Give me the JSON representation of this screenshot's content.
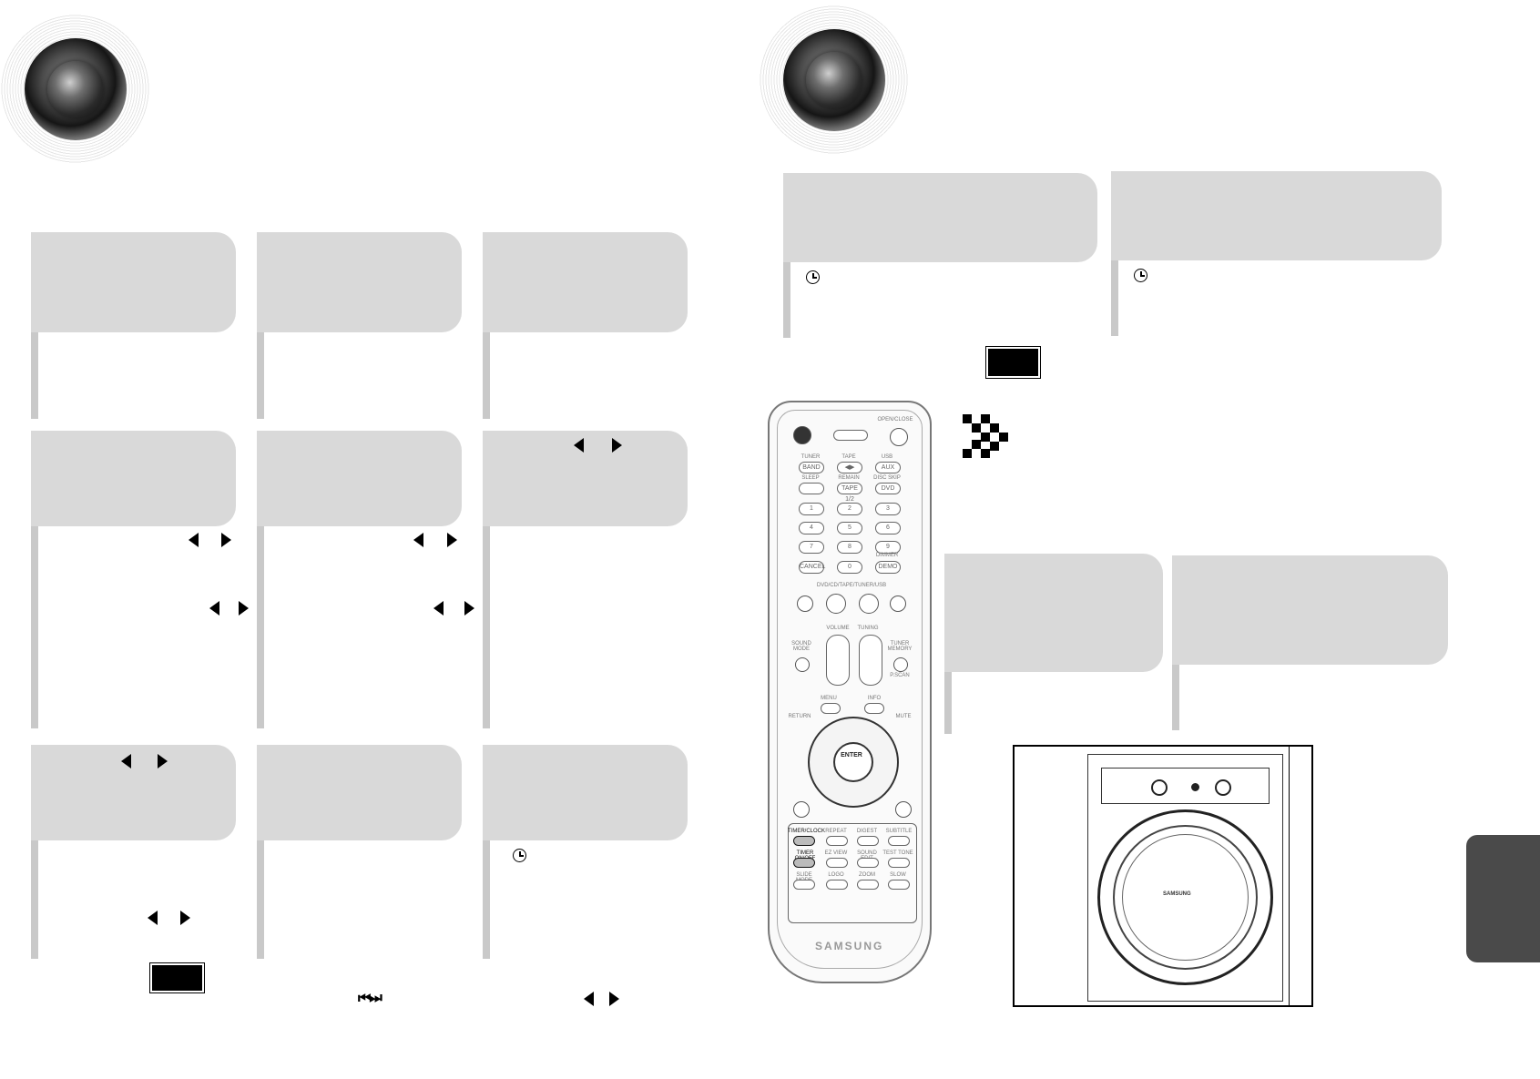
{
  "remote": {
    "open_close": "OPEN/CLOSE",
    "row1_labels": [
      "TUNER",
      "TAPE",
      "USB"
    ],
    "row1_buttons": [
      "BAND",
      "◀▶",
      "AUX"
    ],
    "row2_labels": [
      "SLEEP",
      "REMAIN",
      "DISC SKIP"
    ],
    "row2_buttons": [
      "",
      "TAPE 1/2",
      "DVD"
    ],
    "digits": [
      "1",
      "2",
      "3",
      "4",
      "5",
      "6",
      "7",
      "8",
      "9"
    ],
    "cancel": "CANCEL",
    "zero": "0",
    "dimmer": "DIMMER",
    "demo": "DEMO",
    "transport_label": "DVD/CD/TAPE/TUNER/USB",
    "volume": "VOLUME",
    "tuning": "TUNING",
    "sound_mode": "SOUND MODE",
    "tuner_memory": "TUNER MEMORY",
    "p_scan": "P.SCAN",
    "menu": "MENU",
    "info": "INFO",
    "return": "RETURN",
    "mute": "MUTE",
    "enter": "ENTER",
    "timer_clock": "TIMER/CLOCK",
    "repeat": "REPEAT",
    "digest": "DIGEST",
    "subtitle": "SUBTITLE",
    "timer_on_off": "TIMER ON/OFF",
    "ez_view": "EZ VIEW",
    "sound_edit": "SOUND EDIT",
    "test_tone": "TEST TONE",
    "slide_mode": "SLIDE MODE",
    "logo": "LOGO",
    "zoom": "ZOOM",
    "slow": "SLOW",
    "brand": "SAMSUNG"
  },
  "subwoofer": {
    "brand": "SAMSUNG"
  },
  "icons": {
    "skip": "⏮⏭"
  }
}
